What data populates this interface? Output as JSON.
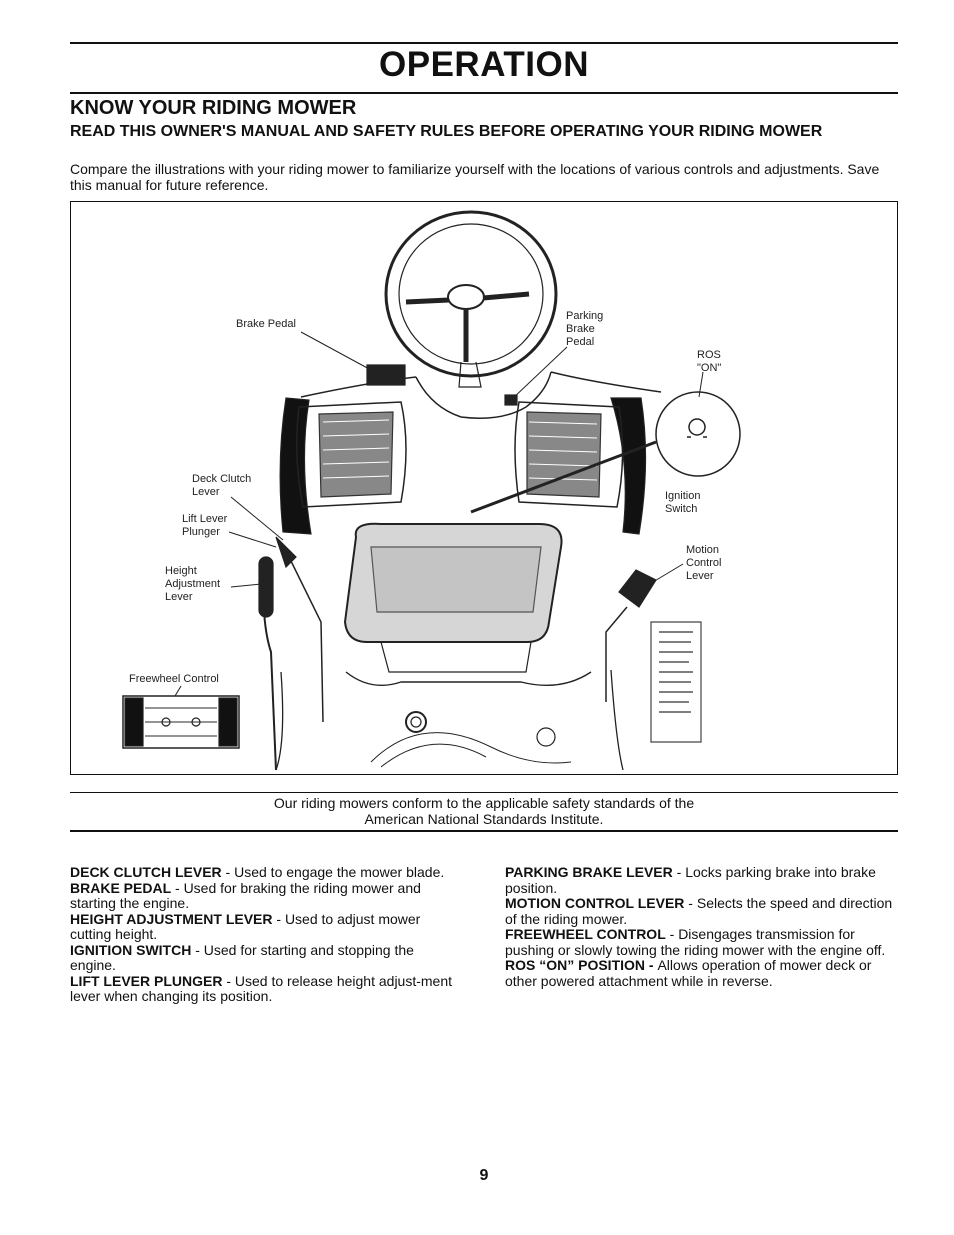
{
  "header": {
    "title": "OPERATION"
  },
  "section": {
    "heading": "KNOW YOUR RIDING MOWER",
    "subheading": "READ THIS OWNER'S MANUAL AND SAFETY RULES BEFORE OPERATING YOUR RIDING MOWER",
    "intro": "Compare the illustrations with your riding mower to familiarize yourself with the locations of various controls and adjustments.  Save this manual for future reference."
  },
  "figure": {
    "labels": {
      "brake_pedal": "Brake Pedal",
      "parking_brake_pedal": "Parking\nBrake\nPedal",
      "ros_on": "ROS\n\"ON\"",
      "deck_clutch_lever": "Deck Clutch\nLever",
      "lift_lever_plunger": "Lift Lever\nPlunger",
      "ignition_switch": "Ignition\nSwitch",
      "motion_control_lever": "Motion\nControl\nLever",
      "height_adjustment_lever": "Height\nAdjustment\nLever",
      "freewheel_control": "Freewheel Control"
    }
  },
  "standards_note": {
    "line1": "Our riding mowers conform to the applicable safety standards of the",
    "line2": "American National Standards Institute."
  },
  "descriptions": {
    "left": [
      {
        "term": "DECK CLUTCH LEVER",
        "text": " - Used to engage the mower blade."
      },
      {
        "term": "BRAKE PEDAL",
        "text": " - Used for braking the riding mower and starting the engine."
      },
      {
        "term": "HEIGHT ADJUSTMENT LEVER",
        "text": " - Used to adjust mower cutting height."
      },
      {
        "term": "IGNITION SWITCH",
        "text": " - Used for starting and stopping the engine."
      },
      {
        "term": "LIFT LEVER PLUNGER",
        "text": " - Used to release height adjust-ment lever when changing its position."
      }
    ],
    "right": [
      {
        "term": "PARKING BRAKE LEVER",
        "text": " - Locks parking brake into brake position."
      },
      {
        "term": "MOTION CONTROL LEVER",
        "text": " - Selects the speed and direction of the riding mower."
      },
      {
        "term": "FREEWHEEL CONTROL",
        "text": " - Disengages transmission for pushing or slowly towing the riding mower with the engine off."
      },
      {
        "term": "ROS “ON” POSITION - ",
        "text": "Allows operation of mower deck or other powered attachment while in reverse."
      }
    ]
  },
  "footer": {
    "page_number": "9"
  }
}
